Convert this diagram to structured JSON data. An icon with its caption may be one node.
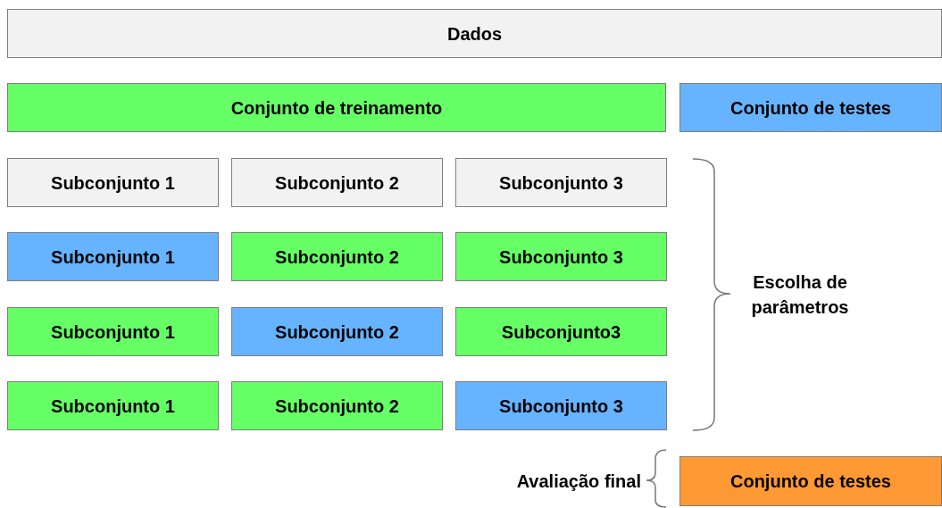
{
  "diagram": {
    "nodes": [
      {
        "text": [
          "Dados"
        ]
      },
      {
        "text": [
          "Conjunto de treinamento"
        ]
      },
      {
        "text": [
          "Conjunto de testes"
        ]
      },
      {
        "text": [
          "Subconjunto 1"
        ]
      },
      {
        "text": [
          "Subconjunto 2"
        ]
      },
      {
        "text": [
          "Subconjunto 3"
        ]
      },
      {
        "text": [
          "Subconjunto 1"
        ]
      },
      {
        "text": [
          "Subconjunto 2"
        ]
      },
      {
        "text": [
          "Subconjunto 3"
        ]
      },
      {
        "text": [
          "Subconjunto 1"
        ]
      },
      {
        "text": [
          "Subconjunto 2"
        ]
      },
      {
        "text": [
          "Subconjunto3"
        ]
      },
      {
        "text": [
          "Subconjunto 1"
        ]
      },
      {
        "text": [
          "Subconjunto 2"
        ]
      },
      {
        "text": [
          "Subconjunto 3"
        ]
      },
      {
        "text": [
          "Conjunto de testes"
        ]
      }
    ],
    "labels": [
      "Escolha de parâmetros",
      "Avaliação final"
    ]
  }
}
